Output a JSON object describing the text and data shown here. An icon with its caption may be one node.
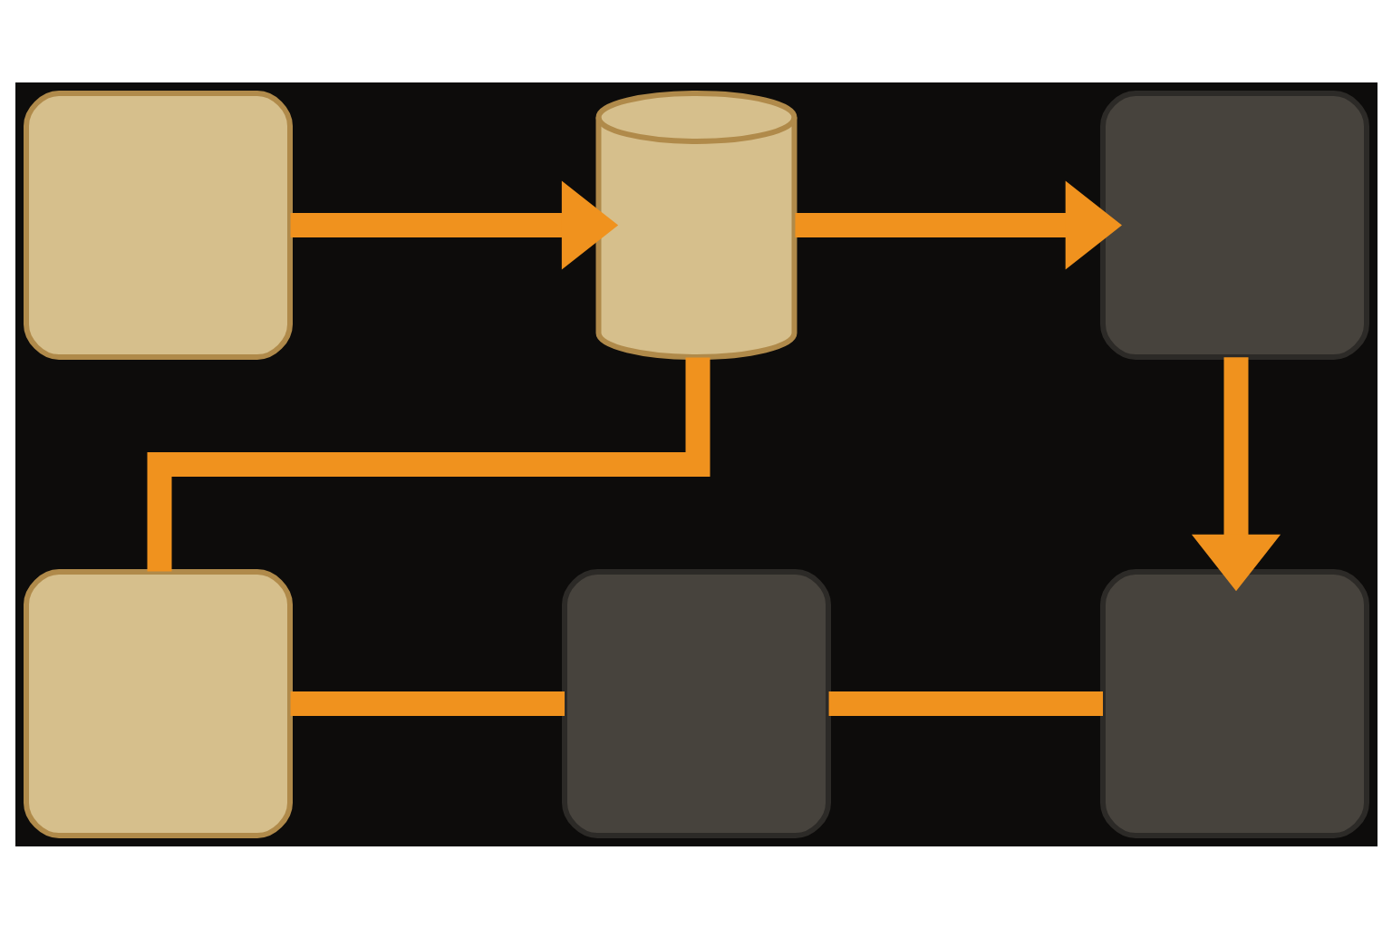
{
  "diagram": {
    "nodes": [
      {
        "text": [],
        "shape": "box"
      },
      {
        "text": [],
        "shape": "cylinder"
      },
      {
        "text": [],
        "shape": "box"
      },
      {
        "text": [],
        "shape": "box"
      },
      {
        "text": [],
        "shape": "box"
      },
      {
        "text": [],
        "shape": "box"
      }
    ],
    "edges": [
      {
        "from": 0,
        "to": 1,
        "arrow": "to"
      },
      {
        "from": 1,
        "to": 2,
        "arrow": "to"
      },
      {
        "from": 2,
        "to": 5,
        "arrow": "to"
      },
      {
        "from": 1,
        "to": 3,
        "arrow": "none"
      },
      {
        "from": 3,
        "to": 4,
        "arrow": "none"
      },
      {
        "from": 4,
        "to": 5,
        "arrow": "none"
      }
    ]
  }
}
